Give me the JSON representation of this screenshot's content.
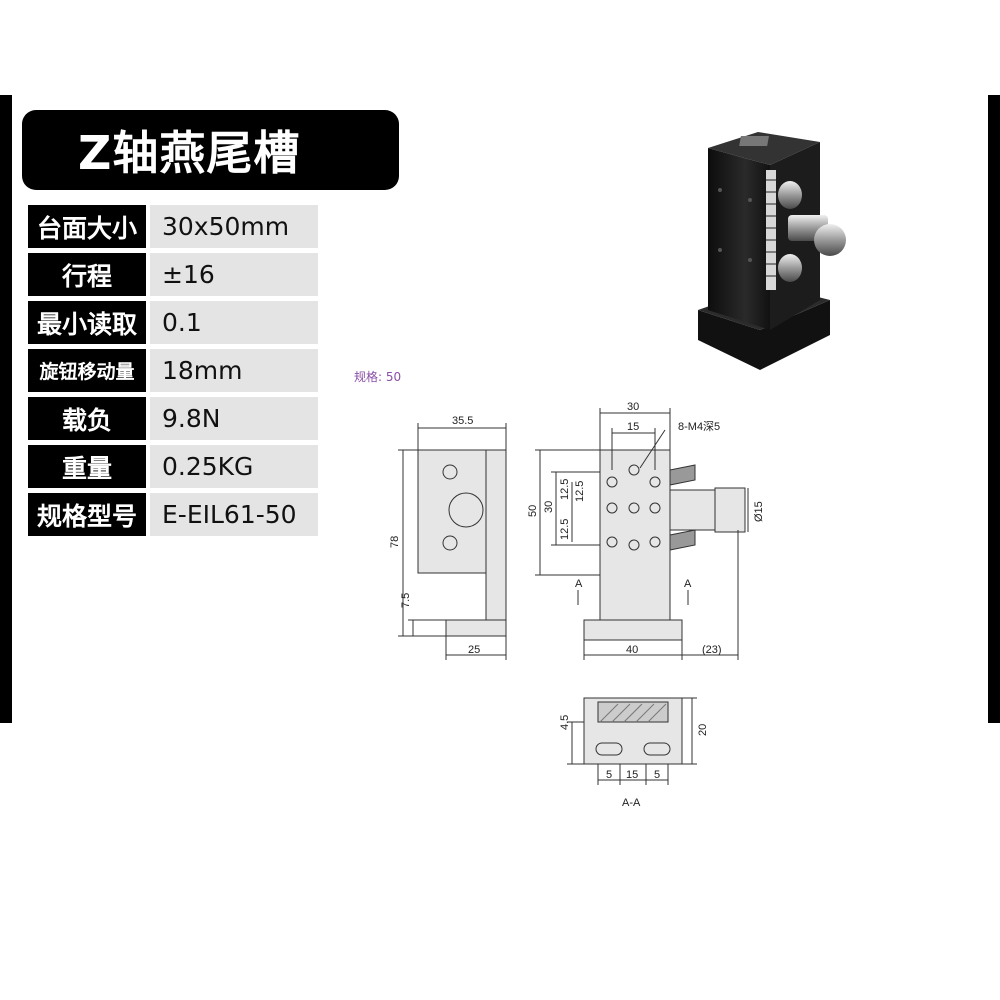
{
  "title": "Z轴燕尾槽",
  "specs": [
    {
      "label": "台面大小",
      "value": "30x50mm"
    },
    {
      "label": "行程",
      "value": "±16"
    },
    {
      "label": "最小读取",
      "value": "0.1"
    },
    {
      "label": "旋钮移动量",
      "value": "18mm"
    },
    {
      "label": "载负",
      "value": "9.8N"
    },
    {
      "label": "重量",
      "value": "0.25KG"
    },
    {
      "label": "规格型号",
      "value": "E-EIL61-50"
    }
  ],
  "spec_note": "规格: 50",
  "colors": {
    "label_bg": "#000000",
    "value_bg": "#e4e4e4",
    "note": "#8a4fa8",
    "part_fill": "#e6e6e6"
  },
  "drawing": {
    "side_view": {
      "width_top": "35.5",
      "height": "78",
      "foot_height": "7.5",
      "foot_width": "25"
    },
    "front_view": {
      "width_top": "30",
      "hole_spacing": "15",
      "holes": "8-M4深5",
      "height": "50",
      "dim_30": "30",
      "dim_12_5_a": "12.5",
      "dim_12_5_b": "12.5",
      "dim_12_5_c": "12.5",
      "knob_dia": "Ø15",
      "base_width": "40",
      "knob_ext": "(23)",
      "section_mark": "A"
    },
    "section_view": {
      "dim_4_5": "4.5",
      "dim_20": "20",
      "slot_a": "5",
      "slot_spacing": "15",
      "slot_b": "5",
      "caption": "A-A"
    }
  }
}
